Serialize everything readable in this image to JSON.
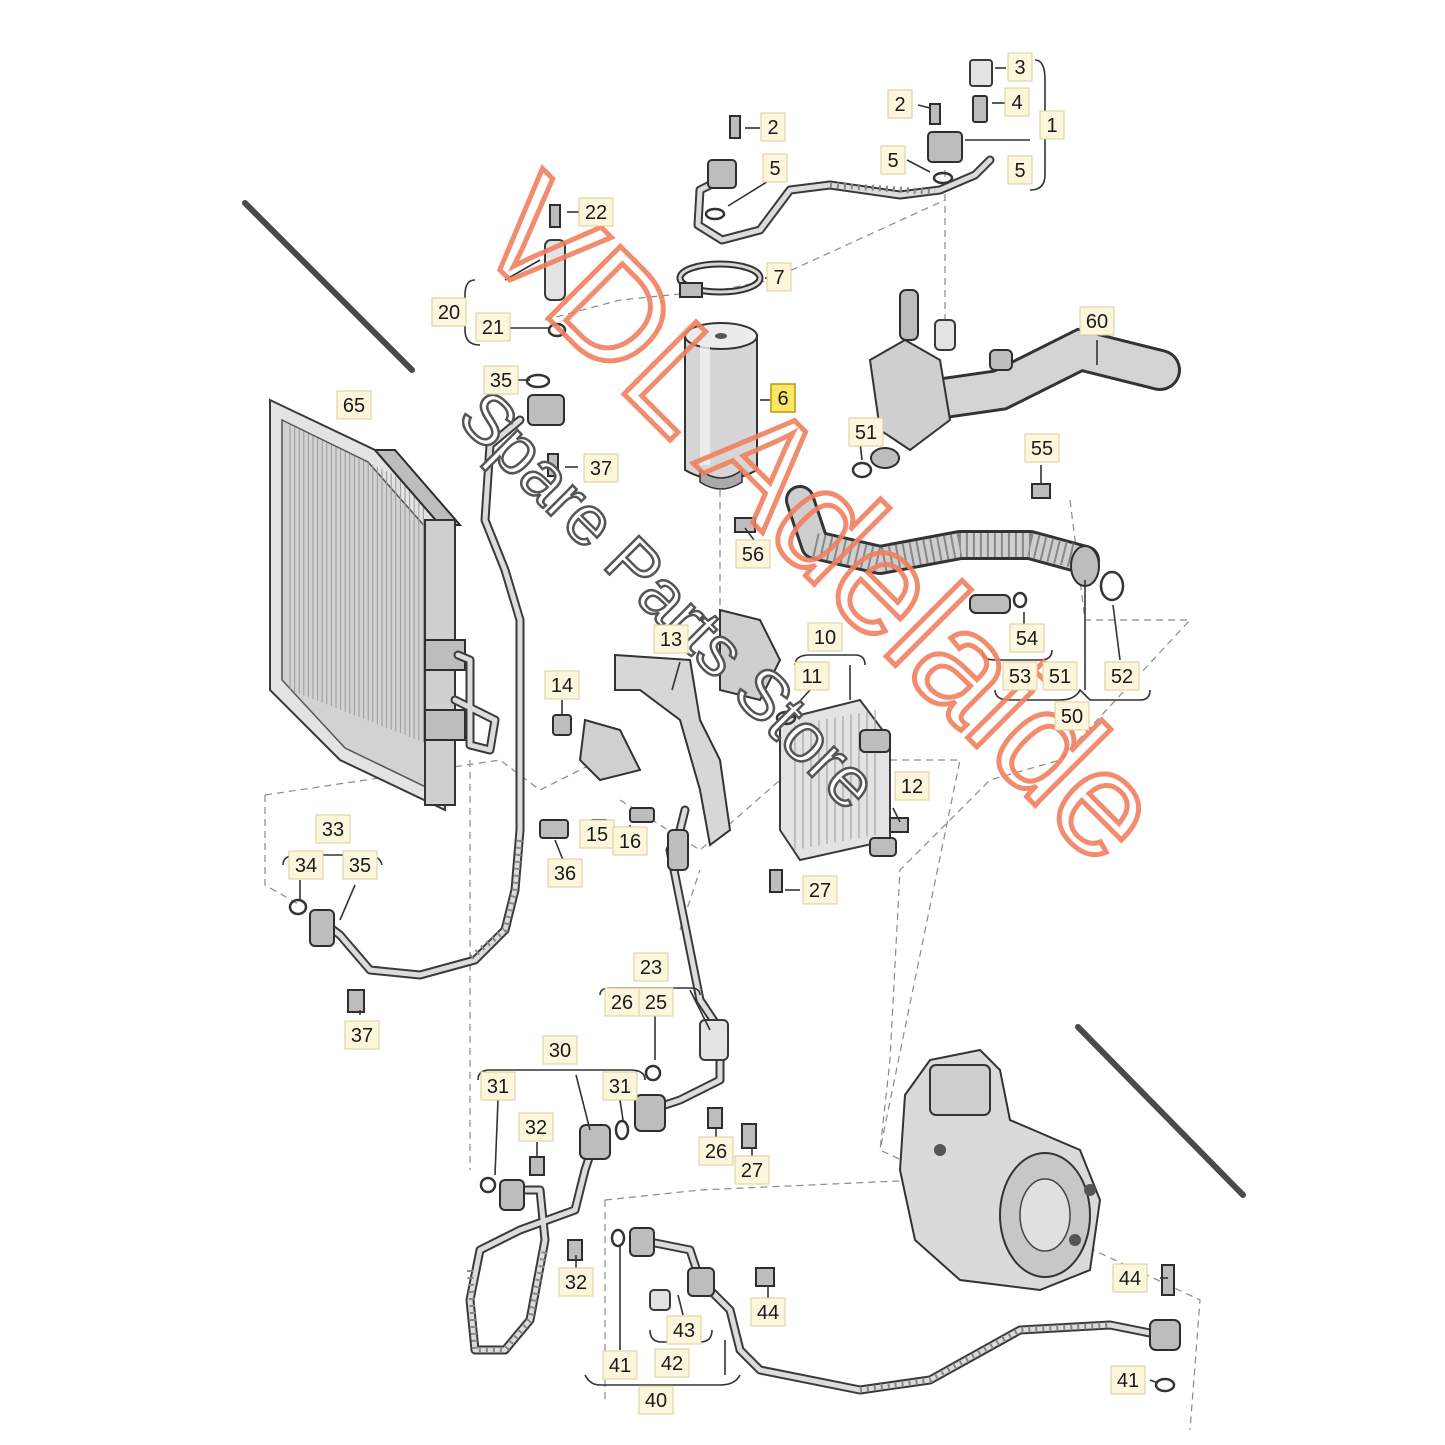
{
  "diagram": {
    "highlighted_callout": "6",
    "callouts": [
      "1",
      "2",
      "3",
      "4",
      "5",
      "6",
      "7",
      "10",
      "11",
      "12",
      "13",
      "14",
      "15",
      "16",
      "20",
      "21",
      "22",
      "23",
      "25",
      "26",
      "27",
      "30",
      "31",
      "32",
      "33",
      "34",
      "35",
      "36",
      "37",
      "40",
      "41",
      "42",
      "43",
      "44",
      "50",
      "51",
      "52",
      "53",
      "54",
      "55",
      "56",
      "60",
      "65"
    ]
  },
  "watermark": {
    "brand": "VDL Adelaide",
    "tagline": "Spare Parts Store"
  }
}
